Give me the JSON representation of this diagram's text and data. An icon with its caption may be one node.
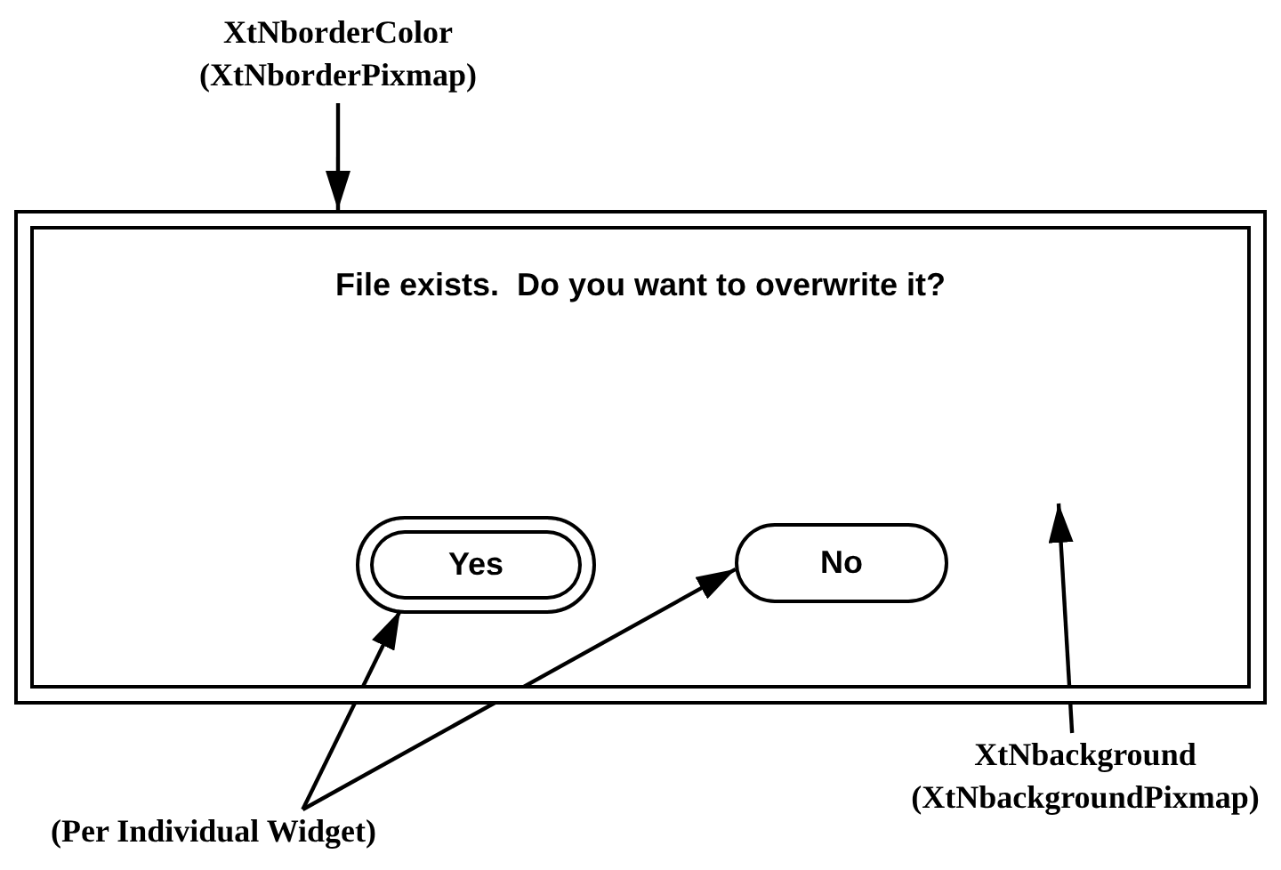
{
  "diagram": {
    "nodes": [
      {
        "text": [
          "XtNborderColor",
          "(XtNborderPixmap)"
        ]
      },
      {
        "text": [
          "File exists.  Do you want to overwrite it?"
        ]
      },
      {
        "text": [
          "Yes"
        ],
        "in": 1
      },
      {
        "text": [
          "No"
        ],
        "in": 1
      },
      {
        "text": [
          "(Per Individual Widget)"
        ]
      },
      {
        "text": [
          "XtNbackground",
          "(XtNbackgroundPixmap)"
        ]
      }
    ],
    "edges": [
      {
        "from": 0,
        "to": 1,
        "arrow": "to"
      },
      {
        "from": 4,
        "to": 2,
        "arrow": "to"
      },
      {
        "from": 4,
        "to": 3,
        "arrow": "to"
      },
      {
        "from": 5,
        "to": null,
        "arrow": "to"
      }
    ]
  }
}
